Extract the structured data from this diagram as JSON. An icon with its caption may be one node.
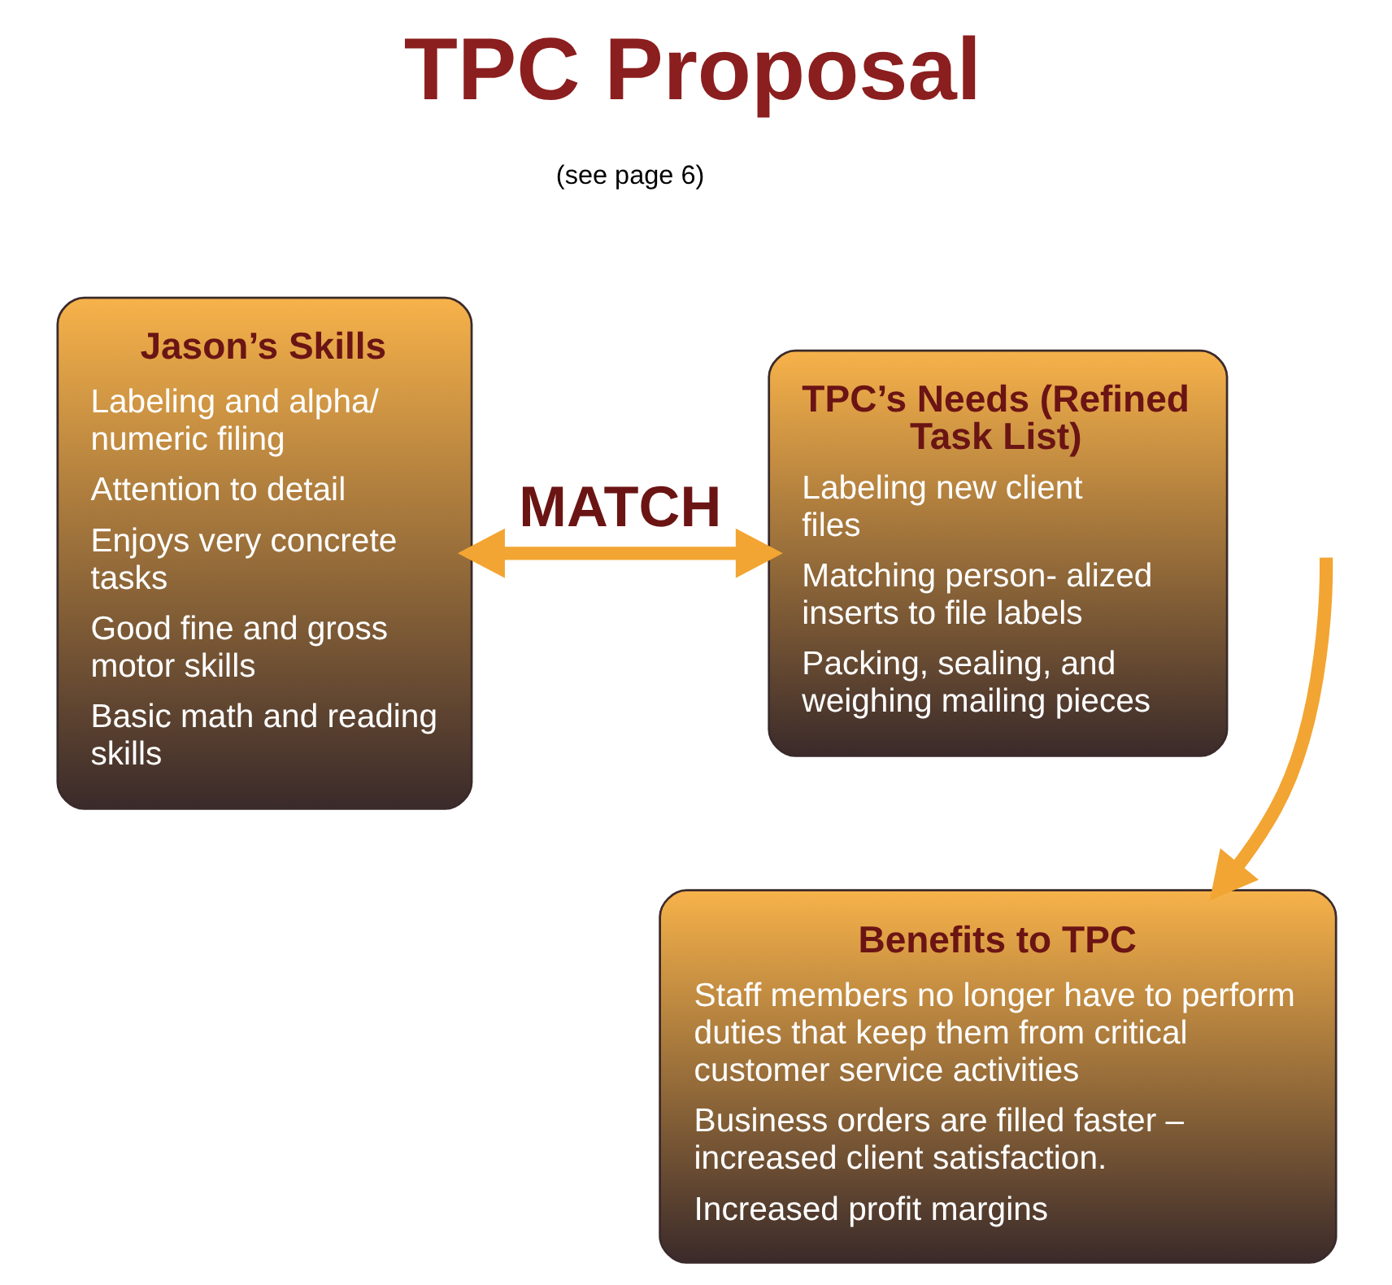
{
  "diagram": {
    "title": "TPC Proposal",
    "nodes": [
      {
        "text": [
          "Jason’s Skills",
          "Labeling and alpha/ numeric filing",
          "Attention to detail",
          "Enjoys very concrete tasks",
          "Good fine and gross motor skills",
          "Basic math and reading skills"
        ]
      },
      {
        "text": [
          "TPC’s Needs (Refined Task List)",
          "Labeling new client files",
          "Matching person- alized inserts to file labels",
          "Packing, sealing, and weighing mailing pieces"
        ]
      },
      {
        "text": [
          "Benefits to TPC",
          "Staff members no longer have to perform duties that keep them from critical customer service activities",
          "Business orders are filled faster – increased client satisfaction.",
          "Increased profit margins"
        ]
      }
    ],
    "edges": [
      {
        "from": 0,
        "to": 1,
        "arrow": "both",
        "label": "MATCH"
      },
      {
        "from": null,
        "to": 2,
        "arrow": "to"
      }
    ],
    "labels": [
      "(see page 6)"
    ]
  }
}
